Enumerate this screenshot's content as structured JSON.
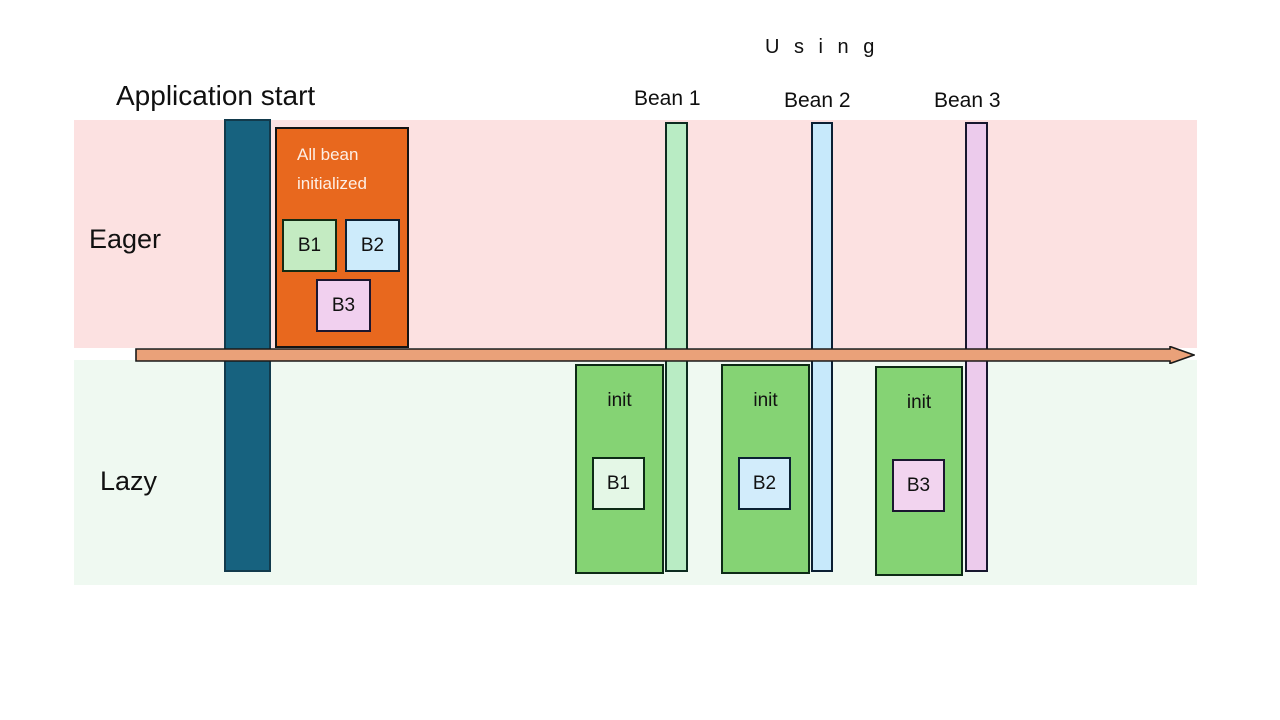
{
  "diagram": {
    "title_using": "U s i n g",
    "headings": {
      "app_start": "Application start",
      "bean1": "Bean 1",
      "bean2": "Bean 2",
      "bean3": "Bean 3"
    },
    "rows": {
      "eager_label": "Eager",
      "lazy_label": "Lazy"
    },
    "eager_block": {
      "title": "All bean initialized",
      "beans": [
        {
          "id": "b1",
          "label": "B1"
        },
        {
          "id": "b2",
          "label": "B2"
        },
        {
          "id": "b3",
          "label": "B3"
        }
      ]
    },
    "lazy_blocks": [
      {
        "id": "init1",
        "label": "init",
        "bean": "B1"
      },
      {
        "id": "init2",
        "label": "init",
        "bean": "B2"
      },
      {
        "id": "init3",
        "label": "init",
        "bean": "B3"
      }
    ],
    "timeline": {
      "name": "time-arrow",
      "direction": "left-to-right"
    },
    "colors": {
      "eager_band": "#fce1e1",
      "lazy_band": "#eff9f1",
      "app_start_bar": "#17627f",
      "eager_block": "#e8681e",
      "init_block": "#85d374",
      "bean1": "#b9ecc4",
      "bean2": "#c7e9fb",
      "bean3": "#eccbec",
      "timeline_arrow": "#eaa179",
      "outline": "#131313"
    }
  }
}
